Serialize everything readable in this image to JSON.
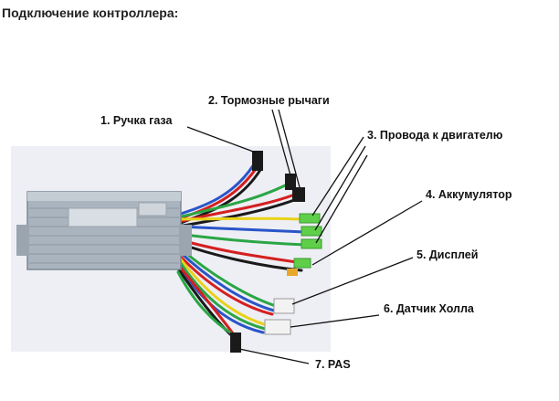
{
  "title": "Подключение  контроллера:",
  "labels": {
    "throttle": "1. Ручка газа",
    "brakes": "2. Тормозные рычаги",
    "motor": "3. Провода к двигателю",
    "battery": "4. Аккумулятор",
    "display": "5. Дисплей",
    "hall": "6. Датчик Холла",
    "pas": "7. PAS"
  },
  "colors": {
    "photo_bg": "#eeeef5",
    "controller_body": "#a9b4bf",
    "wire_yellow": "#e8d21a",
    "wire_blue": "#2a55c8",
    "wire_green": "#2aa645",
    "wire_red": "#d42020",
    "wire_black": "#1a1a1a",
    "connector_green": "#5fcf4a",
    "leader_line": "#111111"
  }
}
